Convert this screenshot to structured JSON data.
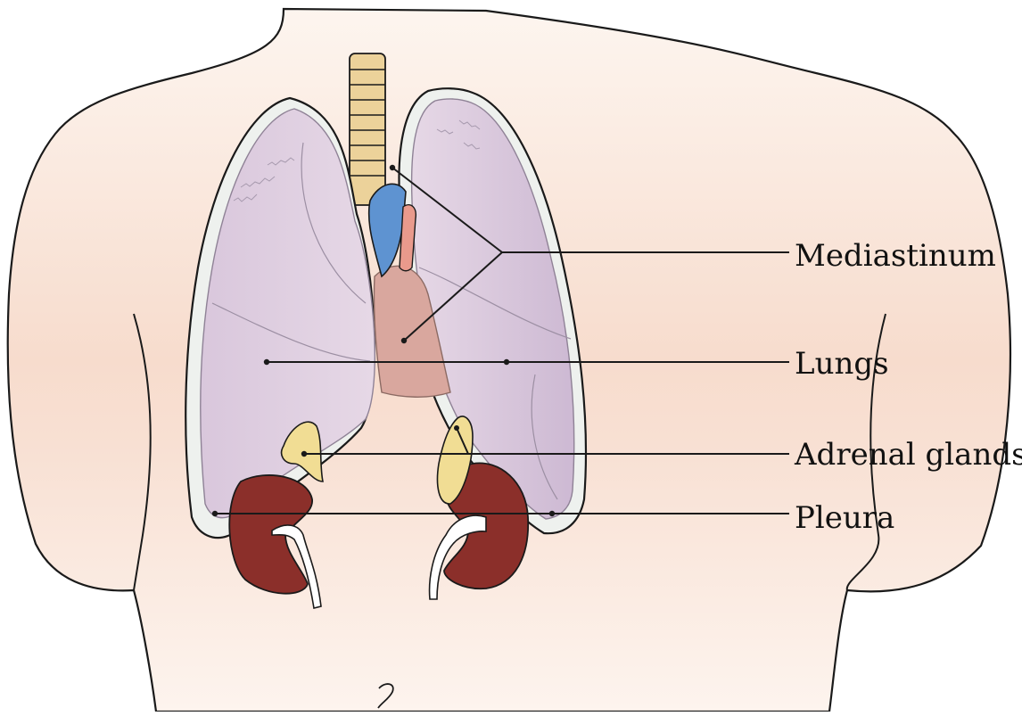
{
  "labels": {
    "mediastinum": "Mediastinum",
    "lungs": "Lungs",
    "adrenal_glands": "Adrenal glands",
    "pleura": "Pleura"
  },
  "colors": {
    "skin_top": "#fdf4ee",
    "skin_band": "#f6dccd",
    "lung_fill": "#dccbdf",
    "lung_shade": "#c8b5d0",
    "pleura_fill": "#eef0ee",
    "trachea": "#ecd29a",
    "vena_cava": "#5e93d1",
    "aorta": "#e99a8c",
    "heart": "#d9a79e",
    "kidney": "#8b2f2a",
    "adrenal": "#f1dd94",
    "outline": "#1a1a1a"
  }
}
